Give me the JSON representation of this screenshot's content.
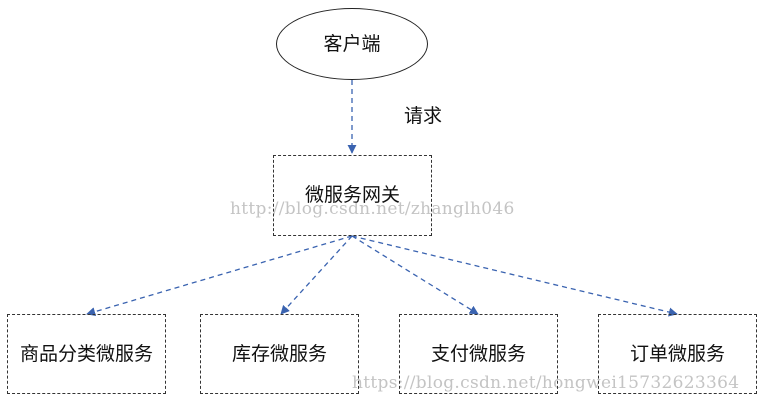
{
  "nodes": {
    "client": "客户端",
    "gateway": "微服务网关",
    "services": [
      "商品分类微服务",
      "库存微服务",
      "支付微服务",
      "订单微服务"
    ]
  },
  "edge_label": "请求",
  "watermarks": [
    "http://blog.csdn.net/zhanglh046",
    "https://blog.csdn.net/hongwei15732623364"
  ],
  "colors": {
    "arrow": "#3a63b0",
    "border": "#333333",
    "watermark": "#c4c4c4"
  }
}
